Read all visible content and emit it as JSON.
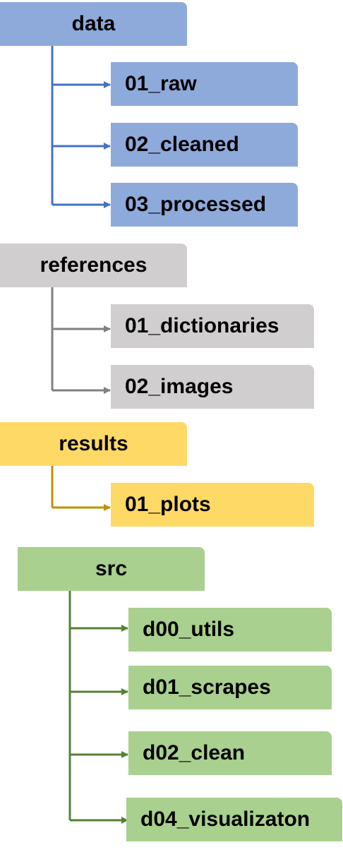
{
  "groups": [
    {
      "name": "data",
      "fill": "#8eaadb",
      "line": "#4472c4",
      "children": [
        "01_raw",
        "02_cleaned",
        "03_processed"
      ]
    },
    {
      "name": "references",
      "fill": "#d0cece",
      "line": "#808080",
      "children": [
        "01_dictionaries",
        "02_images"
      ]
    },
    {
      "name": "results",
      "fill": "#ffd966",
      "line": "#bf9000",
      "children": [
        "01_plots"
      ]
    },
    {
      "name": "src",
      "fill": "#a9d08e",
      "line": "#548235",
      "children": [
        "d00_utils",
        "d01_scrapes",
        "d02_clean",
        "d04_visualizaton"
      ]
    }
  ]
}
